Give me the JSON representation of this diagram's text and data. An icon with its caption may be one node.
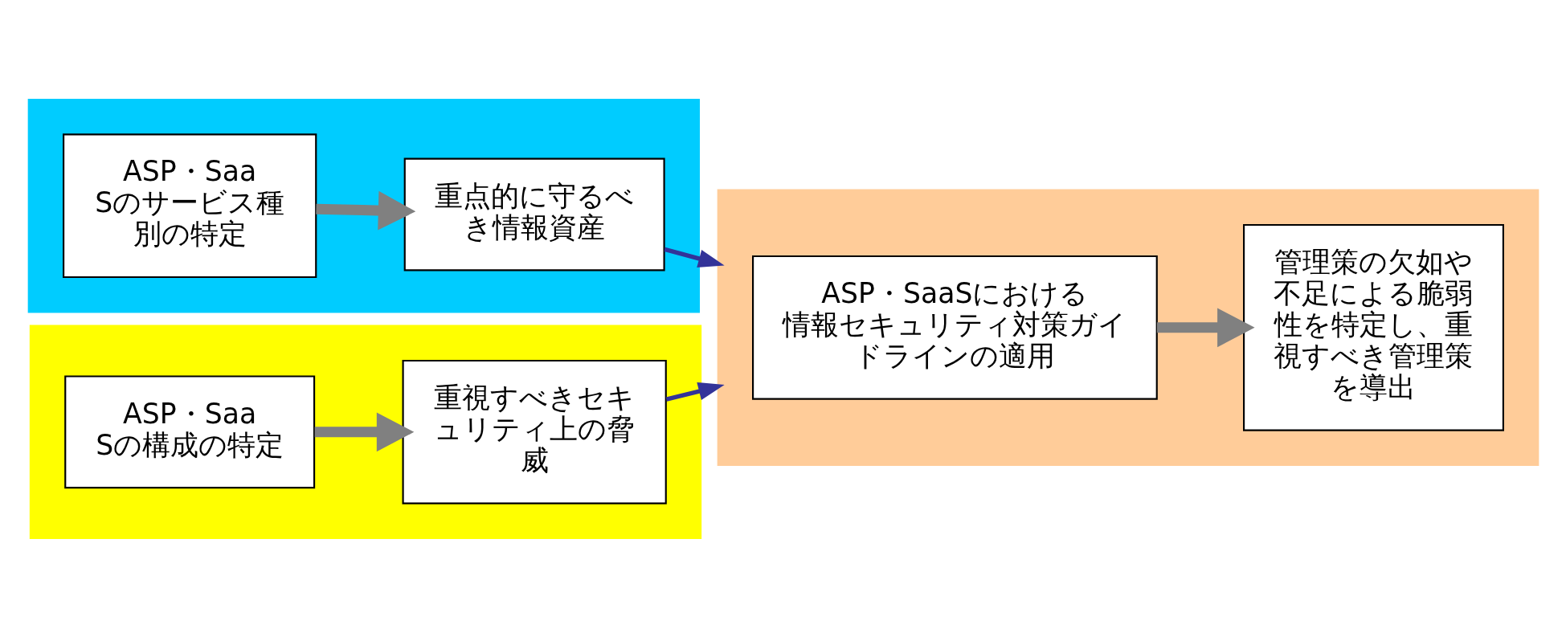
{
  "diagram": {
    "nodes": [
      {
        "text": [],
        "shape": "box"
      },
      {
        "text": [
          "ASP・SaaSのサービス種別の特定"
        ],
        "in": 0
      },
      {
        "text": [
          "重点的に守るべき情報資産"
        ],
        "in": 0
      },
      {
        "text": [],
        "shape": "box"
      },
      {
        "text": [
          "ASP・SaaSの構成の特定"
        ],
        "in": 3
      },
      {
        "text": [
          "重視すべきセキュリティ上の脅威"
        ],
        "in": 3
      },
      {
        "text": [],
        "shape": "box"
      },
      {
        "text": [
          "ASP・SaaSにおける情報セキュリティ対策ガイドラインの適用"
        ],
        "in": 6
      },
      {
        "text": [
          "管理策の欠如や不足による脆弱性を特定し、重視すべき管理策を導出"
        ],
        "in": 6
      }
    ],
    "edges": [
      {
        "from": 1,
        "to": 2,
        "arrow": "to"
      },
      {
        "from": 4,
        "to": 5,
        "arrow": "to"
      },
      {
        "from": 2,
        "to": 6,
        "arrow": "to",
        "color": "#333399"
      },
      {
        "from": 5,
        "to": 6,
        "arrow": "to",
        "color": "#333399"
      },
      {
        "from": 7,
        "to": 8,
        "arrow": "to"
      }
    ]
  }
}
